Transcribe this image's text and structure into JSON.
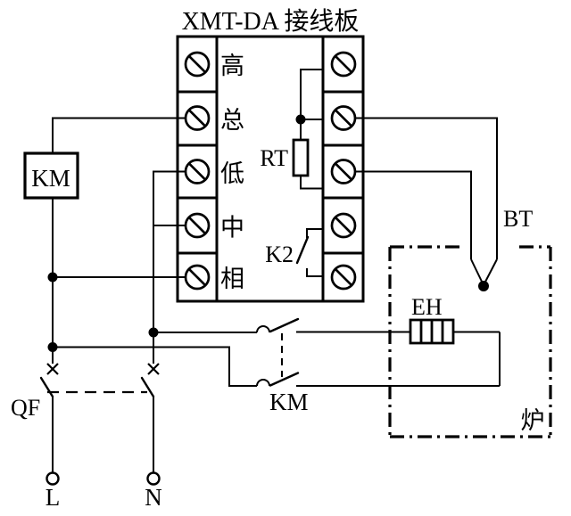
{
  "title": "XMT-DA 接线板",
  "colors": {
    "line": "#000000",
    "background": "#ffffff"
  },
  "terminal_board": {
    "row_labels": [
      "高",
      "总",
      "低",
      "中",
      "相"
    ],
    "internal": {
      "resistor_label": "RT",
      "alarm_contact_label": "K2"
    }
  },
  "power_circuit": {
    "contactor_coil_label": "KM",
    "contactor_contact_label": "KM",
    "breaker_label": "QF",
    "line_terminal_label": "L",
    "neutral_terminal_label": "N"
  },
  "furnace": {
    "label": "炉",
    "heater_label": "EH",
    "thermocouple_label": "BT"
  }
}
